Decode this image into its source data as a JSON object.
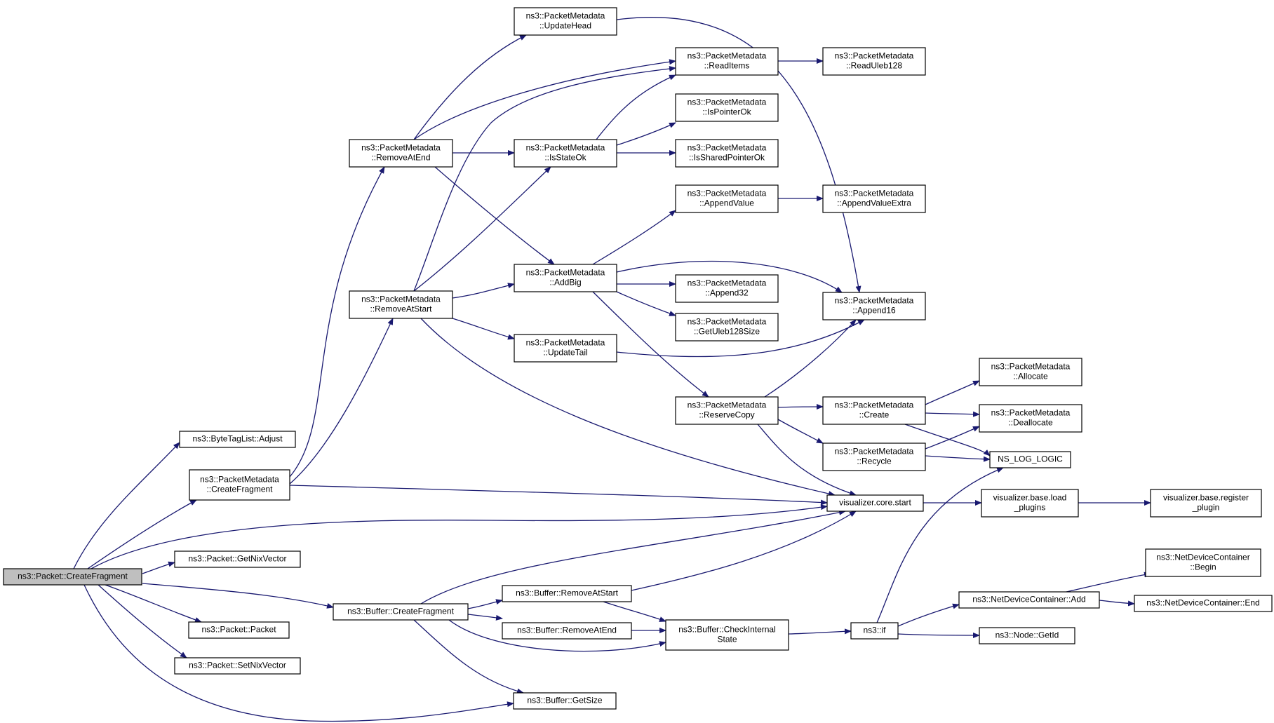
{
  "diagram": {
    "edge_color": "#191970",
    "root_fill": "#bfbfbf",
    "nodes": {
      "root": [
        "ns3::Packet::CreateFragment"
      ],
      "btl_adjust": [
        "ns3::ByteTagList::Adjust"
      ],
      "pm_createfragment": [
        "ns3::PacketMetadata",
        "::CreateFragment"
      ],
      "p_getnix": [
        "ns3::Packet::GetNixVector"
      ],
      "b_createfragment": [
        "ns3::Buffer::CreateFragment"
      ],
      "p_packet": [
        "ns3::Packet::Packet"
      ],
      "p_setnix": [
        "ns3::Packet::SetNixVector"
      ],
      "b_getsize": [
        "ns3::Buffer::GetSize"
      ],
      "pm_removeatend": [
        "ns3::PacketMetadata",
        "::RemoveAtEnd"
      ],
      "pm_removeatstart": [
        "ns3::PacketMetadata",
        "::RemoveAtStart"
      ],
      "pm_updatehead": [
        "ns3::PacketMetadata",
        "::UpdateHead"
      ],
      "pm_isstateok": [
        "ns3::PacketMetadata",
        "::IsStateOk"
      ],
      "pm_addbig": [
        "ns3::PacketMetadata",
        "::AddBig"
      ],
      "pm_updatetail": [
        "ns3::PacketMetadata",
        "::UpdateTail"
      ],
      "b_removeatstart": [
        "ns3::Buffer::RemoveAtStart"
      ],
      "b_removeatend": [
        "ns3::Buffer::RemoveAtEnd"
      ],
      "pm_readitems": [
        "ns3::PacketMetadata",
        "::ReadItems"
      ],
      "pm_ispointerok": [
        "ns3::PacketMetadata",
        "::IsPointerOk"
      ],
      "pm_issharedpointerok": [
        "ns3::PacketMetadata",
        "::IsSharedPointerOk"
      ],
      "pm_appendvalue": [
        "ns3::PacketMetadata",
        "::AppendValue"
      ],
      "pm_append32": [
        "ns3::PacketMetadata",
        "::Append32"
      ],
      "pm_getuleb128size": [
        "ns3::PacketMetadata",
        "::GetUleb128Size"
      ],
      "pm_reservecopy": [
        "ns3::PacketMetadata",
        "::ReserveCopy"
      ],
      "b_checkinternalstate": [
        "ns3::Buffer::CheckInternal",
        "State"
      ],
      "pm_readuleb128": [
        "ns3::PacketMetadata",
        "::ReadUleb128"
      ],
      "pm_appendvalueextra": [
        "ns3::PacketMetadata",
        "::AppendValueExtra"
      ],
      "pm_append16": [
        "ns3::PacketMetadata",
        "::Append16"
      ],
      "pm_create": [
        "ns3::PacketMetadata",
        "::Create"
      ],
      "pm_recycle": [
        "ns3::PacketMetadata",
        "::Recycle"
      ],
      "vis_core_start": [
        "visualizer.core.start"
      ],
      "ns3_if": [
        "ns3::if"
      ],
      "pm_allocate": [
        "ns3::PacketMetadata",
        "::Allocate"
      ],
      "pm_deallocate": [
        "ns3::PacketMetadata",
        "::Deallocate"
      ],
      "ns_log_logic": [
        "NS_LOG_LOGIC"
      ],
      "vis_base_load_plugins": [
        "visualizer.base.load",
        "_plugins"
      ],
      "vis_base_register_plugin": [
        "visualizer.base.register",
        "_plugin"
      ],
      "ndc_begin": [
        "ns3::NetDeviceContainer",
        "::Begin"
      ],
      "ndc_add": [
        "ns3::NetDeviceContainer::Add"
      ],
      "ndc_end": [
        "ns3::NetDeviceContainer::End"
      ],
      "node_getid": [
        "ns3::Node::GetId"
      ]
    }
  }
}
